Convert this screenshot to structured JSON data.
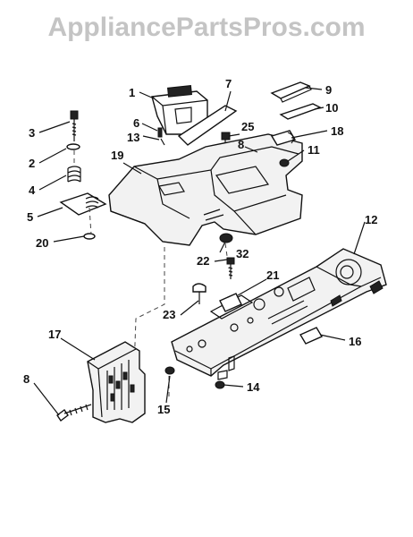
{
  "watermark": "AppliancePartsPros.com",
  "callouts": {
    "c1": "1",
    "c2": "2",
    "c3": "3",
    "c4": "4",
    "c5": "5",
    "c6": "6",
    "c7": "7",
    "c8a": "8",
    "c8b": "8",
    "c9": "9",
    "c10": "10",
    "c11": "11",
    "c12": "12",
    "c13": "13",
    "c14": "14",
    "c15": "15",
    "c16": "16",
    "c17": "17",
    "c18": "18",
    "c19": "19",
    "c20": "20",
    "c21": "21",
    "c22": "22",
    "c23": "23",
    "c25": "25",
    "c32": "32"
  }
}
